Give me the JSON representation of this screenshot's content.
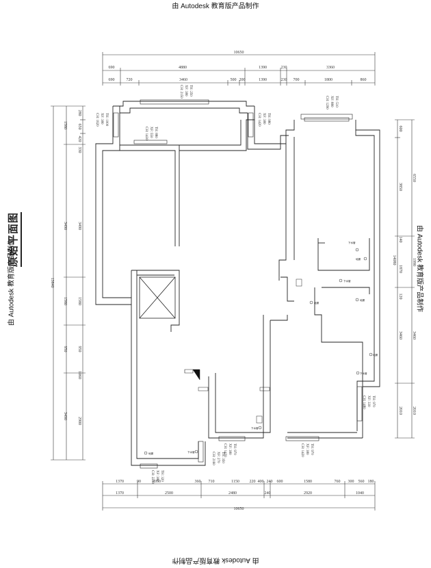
{
  "watermarks": {
    "top": "由 Autodesk 教育版产品制作",
    "bottom": "由 Autodesk 教育版产品制作",
    "left": "由 Autodesk 教育版产品制作",
    "right": "由 Autodesk 教育版产品制作"
  },
  "title": "原始平面图",
  "top_total": "10650",
  "top_row1": [
    "690",
    "4880",
    "1390",
    "230",
    "3360"
  ],
  "top_row2": [
    "690",
    "720",
    "3460",
    "500",
    "200",
    "1390",
    "230",
    "700",
    "1800",
    "860"
  ],
  "bottom_row1": [
    "1370",
    "90",
    "2050",
    "360",
    "710",
    "1150",
    "220",
    "400",
    "240",
    "600",
    "1580",
    "760",
    "300",
    "560",
    "180"
  ],
  "bottom_row2": [
    "1370",
    "2500",
    "2480",
    "240",
    "2920",
    "1040"
  ],
  "bottom_total": "10650",
  "left_total": "13840",
  "left_row1": [
    "280",
    "650",
    "420",
    "330",
    "3490",
    "1580",
    "950",
    "1060",
    "2900"
  ],
  "left_row2": [
    "1580",
    "3490",
    "1580",
    "950",
    "3490"
  ],
  "right_total": "14080",
  "right_row1": [
    "600",
    "3850",
    "140",
    "1870",
    "120",
    "3460",
    "2010"
  ],
  "right_row2": [
    "6550",
    "1990",
    "3460",
    "2010"
  ],
  "windows": [
    {
      "lines": [
        "TH: 250",
        "XF: 380",
        "CH: 2150"
      ]
    },
    {
      "lines": [
        "TH: 510",
        "XF: 880",
        "CH: 1290"
      ]
    },
    {
      "lines": [
        "TH: 1000",
        "XF: 380",
        "CH: 1620"
      ]
    },
    {
      "lines": [
        "TH: 980",
        "XF: 380",
        "CH: 1420"
      ]
    },
    {
      "lines": [
        "TH: 880",
        "XF: 550",
        "CH: 1430"
      ]
    },
    {
      "lines": [
        "TH: 970",
        "XF: 330",
        "CH: 1480"
      ]
    },
    {
      "lines": [
        "TH: 970",
        "XF: 380",
        "CH: 1420"
      ]
    },
    {
      "lines": [
        "TH: 970",
        "XF: 380",
        "CH: 1420"
      ]
    },
    {
      "lines": [
        "TH: 350",
        "XF: 270",
        "CH: 2160"
      ]
    },
    {
      "lines": [
        "TH: 320",
        "XF: 380",
        "CH: 2200"
      ]
    }
  ],
  "fixtures": [
    "下水管",
    "地漏",
    "下水管",
    "地漏",
    "地漏",
    "下水管",
    "地漏",
    "下水管",
    "下水管",
    "地漏"
  ]
}
